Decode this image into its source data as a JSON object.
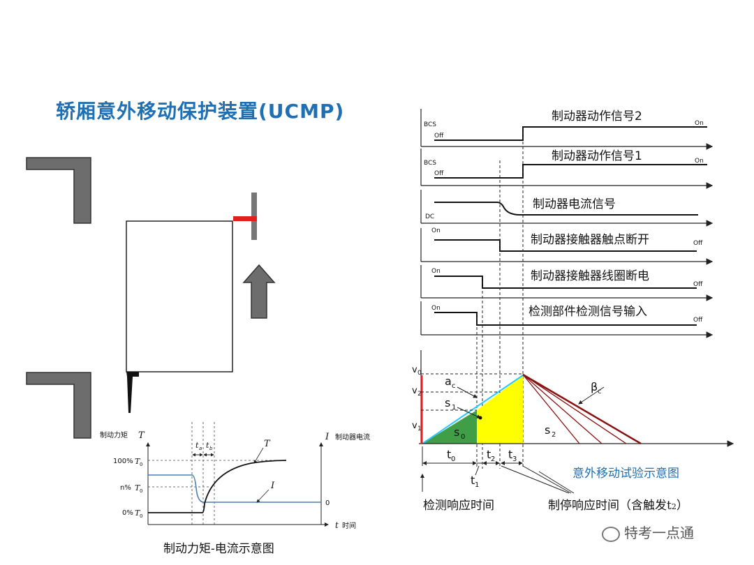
{
  "title": "轿厢意外移动保护装置(UCMP)",
  "signals": [
    {
      "label": "制动器动作信号2",
      "left": "BCS",
      "left2": "Off",
      "right": "On"
    },
    {
      "label": "制动器动作信号1",
      "left": "BCS",
      "left2": "Off",
      "right": "On"
    },
    {
      "label": "制动器电流信号",
      "left": "",
      "left2": "DC",
      "right": ""
    },
    {
      "label": "制动器接触器触点断开",
      "left": "On",
      "left2": "",
      "right": "Off"
    },
    {
      "label": "制动器接触器线圈断电",
      "left": "On",
      "left2": "",
      "right": "Off"
    },
    {
      "label": "检测部件检测信号输入",
      "left": "On",
      "left2": "",
      "right": "Off"
    }
  ],
  "velocity": {
    "v0": "v",
    "v0sub": "0",
    "v2": "v",
    "v2sub": "2",
    "v1": "v",
    "v1sub": "1",
    "ac": "a",
    "acsub": "c",
    "s1": "s",
    "s1sub": "1",
    "s0": "s",
    "s0sub": "0",
    "s2": "s",
    "s2sub": "2",
    "beta": "β",
    "betasub": "c",
    "t0": "t",
    "t0sub": "0",
    "t1": "t",
    "t1sub": "1",
    "t2": "t",
    "t2sub": "2",
    "t3": "t",
    "t3sub": "3",
    "caption": "意外移动试验示意图",
    "detect": "检测响应时间",
    "stop": "制停响应时间（含触发t",
    "stopsub": "2",
    "stopend": "）"
  },
  "torque": {
    "yleft": "制动力矩",
    "yleftsym": "T",
    "yright": "制动器电流",
    "yrightsym": "I",
    "l100": "100%",
    "l100sym": "T",
    "l100sub": "0",
    "ln": "n%",
    "lnsym": "T",
    "lnsub": "0",
    "l0": "0%",
    "l0sym": "T",
    "l0sub": "0",
    "r0": "0",
    "ta": "t",
    "tasub": "a",
    "tb": "t",
    "tbsub": "b",
    "curveT": "T",
    "curveI": "I",
    "xsym": "t",
    "xlabel": "时间",
    "caption": "制动力矩-电流示意图"
  },
  "watermark": "特考一点通"
}
